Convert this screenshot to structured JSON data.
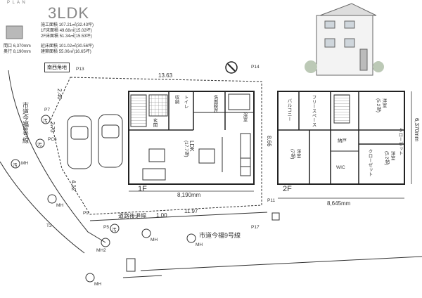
{
  "header": {
    "plan_tag": "P L A N",
    "title": "3LDK"
  },
  "areas": [
    {
      "label": "施工面積",
      "value": "107.21㎡(32.43坪)"
    },
    {
      "label": "1F床面積",
      "value": "49.68㎡(15.02坪)"
    },
    {
      "label": "2F床面積",
      "value": "51.34㎡(15.53坪)"
    },
    {
      "label": "延床面積",
      "value": "101.02㎡(30.56坪)"
    },
    {
      "label": "建築面積",
      "value": "55.06㎡(16.65坪)"
    }
  ],
  "frontage": {
    "label": "間口",
    "value": "6,370mm"
  },
  "depth": {
    "label": "奥行",
    "value": "8,190mm"
  },
  "site": {
    "corner_label": "南西角地",
    "road_west": "市道今福8号線",
    "road_south": "市道今福9号線",
    "setback_label": "道路後退幅",
    "setback_value": "1.00",
    "dims": {
      "top": "13.63",
      "right": "8.66",
      "bottom": "11.97",
      "left_a": "2.40",
      "left_b": "2.73",
      "left_c": "4.12"
    },
    "points": [
      "P13",
      "P14",
      "P7",
      "PC6",
      "P9",
      "P11",
      "P17",
      "P5",
      "T2"
    ],
    "manholes": [
      "MH",
      "MH2",
      "MH",
      "MH",
      "MH",
      "MH"
    ],
    "marks": [
      "汚",
      "汚",
      "汚",
      "汚"
    ]
  },
  "floor1": {
    "label": "1F",
    "width": "8,190mm",
    "ldk": "LDK",
    "ldk_size": "(17.7帖)",
    "rooms": [
      "玄関",
      "浴室",
      "洗面脱衣",
      "トイレ",
      "収納"
    ]
  },
  "floor2": {
    "label": "2F",
    "width": "8,645mm",
    "depth": "6,370mm",
    "rooms": [
      {
        "name": "バルコニー"
      },
      {
        "name": "フリースペース"
      },
      {
        "name": "洋室",
        "size": "(5.2帖)"
      },
      {
        "name": "洋室",
        "size": "(7帖)"
      },
      {
        "name": "納戸"
      },
      {
        "name": "WIC"
      },
      {
        "name": "洋室",
        "size": "(5.2帖)"
      },
      {
        "name": "クローゼット"
      },
      {
        "name": "クローゼット"
      }
    ]
  }
}
